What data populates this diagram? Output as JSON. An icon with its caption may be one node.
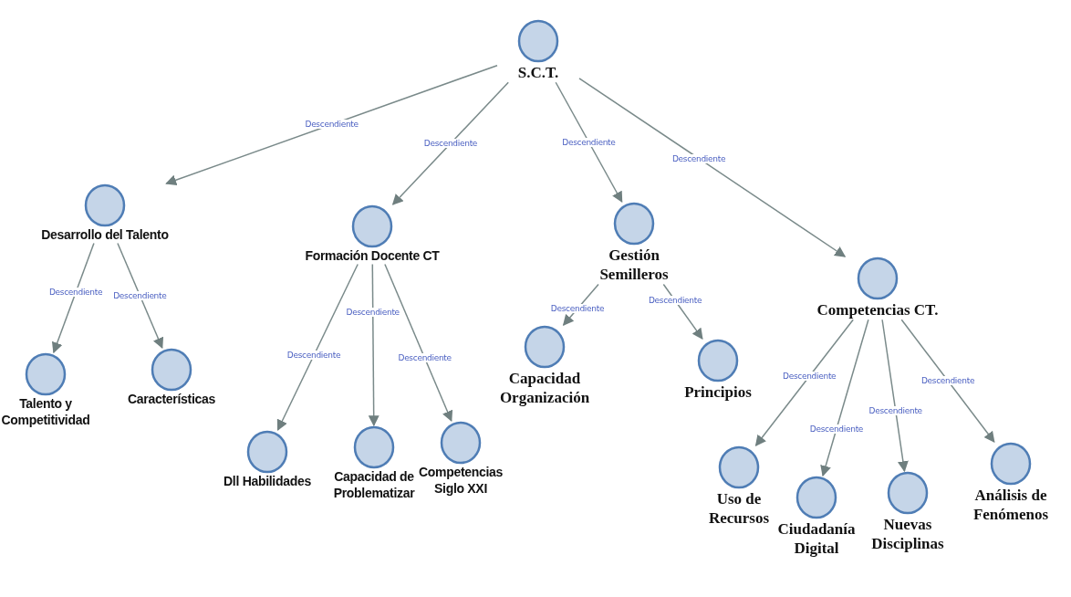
{
  "diagram": {
    "nodes": [
      {
        "text": [
          "S.C.T."
        ]
      },
      {
        "text": [
          "Desarrollo del Talento"
        ]
      },
      {
        "text": [
          "Formación Docente CT"
        ]
      },
      {
        "text": [
          "Gestión Semilleros"
        ]
      },
      {
        "text": [
          "Competencias CT."
        ]
      },
      {
        "text": [
          "Talento y Competitividad"
        ]
      },
      {
        "text": [
          "Características"
        ]
      },
      {
        "text": [
          "Dll Habilidades"
        ]
      },
      {
        "text": [
          "Capacidad de Problematizar"
        ]
      },
      {
        "text": [
          "Competencias Siglo XXI"
        ]
      },
      {
        "text": [
          "Capacidad Organización"
        ]
      },
      {
        "text": [
          "Principios"
        ]
      },
      {
        "text": [
          "Uso de Recursos"
        ]
      },
      {
        "text": [
          "Ciudadanía Digital"
        ]
      },
      {
        "text": [
          "Nuevas Disciplinas"
        ]
      },
      {
        "text": [
          "Análisis de Fenómenos"
        ]
      }
    ],
    "edges": [
      {
        "from": 0,
        "to": 1,
        "arrow": "to",
        "label": "Descendiente"
      },
      {
        "from": 0,
        "to": 2,
        "arrow": "to",
        "label": "Descendiente"
      },
      {
        "from": 0,
        "to": 3,
        "arrow": "to",
        "label": "Descendiente"
      },
      {
        "from": 0,
        "to": 4,
        "arrow": "to",
        "label": "Descendiente"
      },
      {
        "from": 1,
        "to": 5,
        "arrow": "to",
        "label": "Descendiente"
      },
      {
        "from": 1,
        "to": 6,
        "arrow": "to",
        "label": "Descendiente"
      },
      {
        "from": 2,
        "to": 7,
        "arrow": "to",
        "label": "Descendiente"
      },
      {
        "from": 2,
        "to": 8,
        "arrow": "to",
        "label": "Descendiente"
      },
      {
        "from": 2,
        "to": 9,
        "arrow": "to",
        "label": "Descendiente"
      },
      {
        "from": 3,
        "to": 10,
        "arrow": "to",
        "label": "Descendiente"
      },
      {
        "from": 3,
        "to": 11,
        "arrow": "to",
        "label": "Descendiente"
      },
      {
        "from": 4,
        "to": 12,
        "arrow": "to",
        "label": "Descendiente"
      },
      {
        "from": 4,
        "to": 13,
        "arrow": "to",
        "label": "Descendiente"
      },
      {
        "from": 4,
        "to": 14,
        "arrow": "to",
        "label": "Descendiente"
      },
      {
        "from": 4,
        "to": 15,
        "arrow": "to",
        "label": "Descendiente"
      }
    ]
  }
}
